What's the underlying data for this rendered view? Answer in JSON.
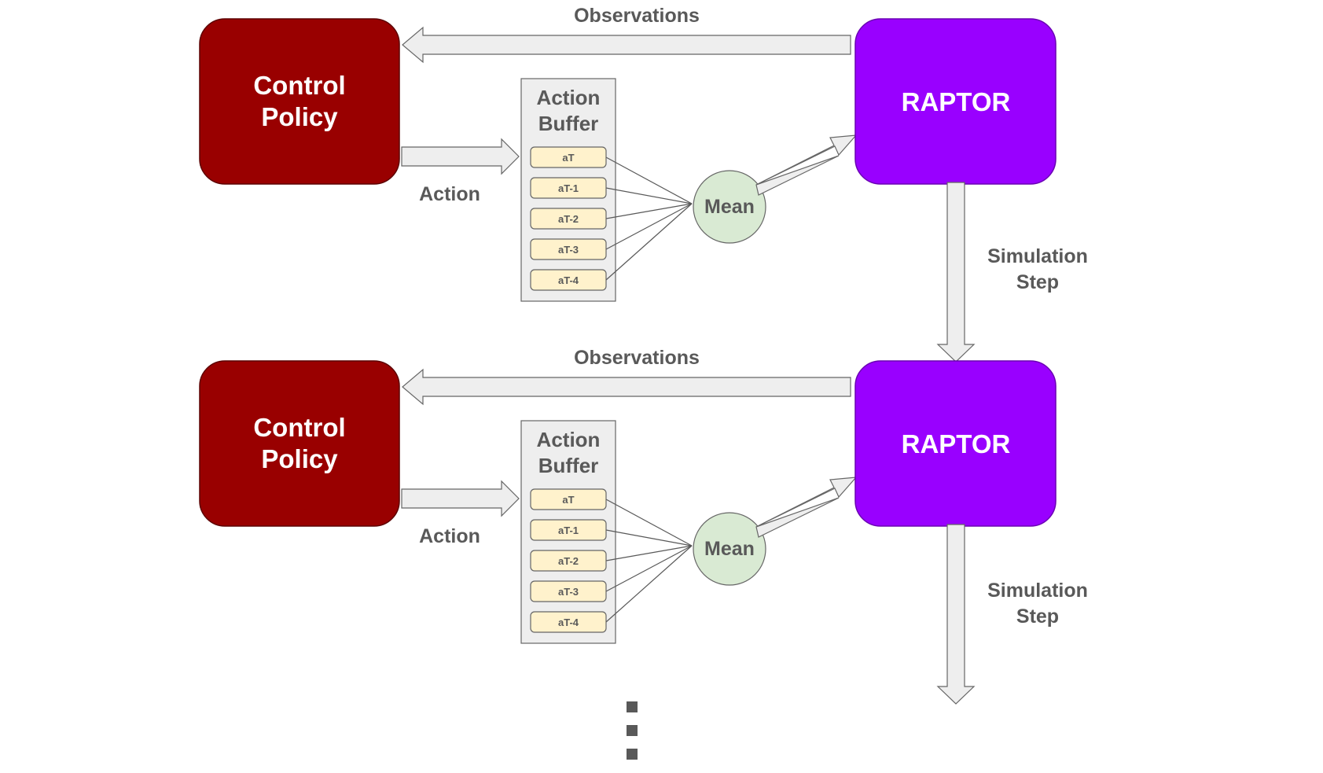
{
  "colors": {
    "policy_fill": "#990000",
    "policy_stroke": "#5c0000",
    "raptor_fill": "#9900ff",
    "raptor_stroke": "#6a00b3",
    "buffer_fill": "#eeeeee",
    "slot_fill": "#fff2cc",
    "mean_fill": "#d9ead3",
    "arrow_fill": "#eeeeee",
    "arrow_stroke": "#666666",
    "label": "#595959"
  },
  "rows": [
    {
      "policy": {
        "line1": "Control",
        "line2": "Policy"
      },
      "raptor": "RAPTOR",
      "observations": "Observations",
      "action": "Action",
      "buffer": {
        "line1": "Action",
        "line2": "Buffer",
        "slots": [
          "aT",
          "aT-1",
          "aT-2",
          "aT-3",
          "aT-4"
        ]
      },
      "mean": "Mean",
      "sim_step": {
        "line1": "Simulation",
        "line2": "Step"
      }
    },
    {
      "policy": {
        "line1": "Control",
        "line2": "Policy"
      },
      "raptor": "RAPTOR",
      "observations": "Observations",
      "action": "Action",
      "buffer": {
        "line1": "Action",
        "line2": "Buffer",
        "slots": [
          "aT",
          "aT-1",
          "aT-2",
          "aT-3",
          "aT-4"
        ]
      },
      "mean": "Mean",
      "sim_step": {
        "line1": "Simulation",
        "line2": "Step"
      }
    }
  ],
  "continuation": "ellipsis-dots"
}
